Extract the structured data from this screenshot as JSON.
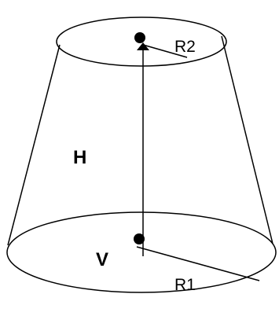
{
  "labels": {
    "top_radius": "R2",
    "bottom_radius": "R1",
    "height": "H",
    "volume": "V"
  },
  "colors": {
    "stroke": "#000000",
    "background": "#ffffff"
  }
}
